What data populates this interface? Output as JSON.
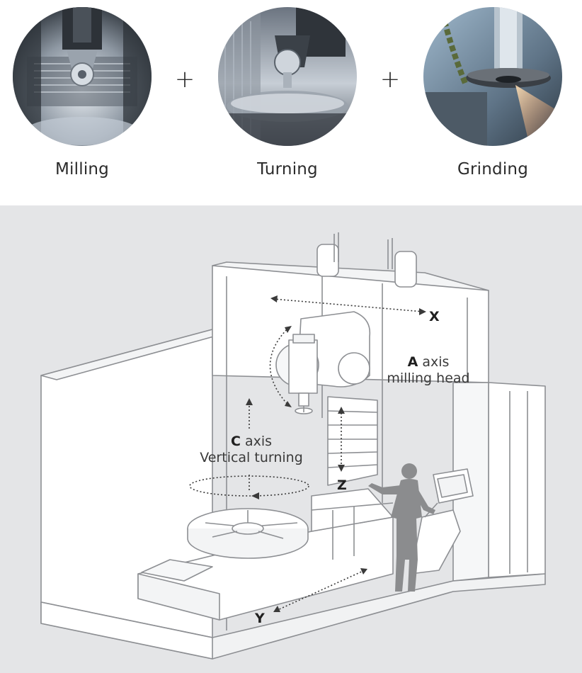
{
  "processes": [
    {
      "label": "Milling",
      "icon": "milling-photo"
    },
    {
      "label": "Turning",
      "icon": "turning-photo"
    },
    {
      "label": "Grinding",
      "icon": "grinding-photo"
    }
  ],
  "plus_sign": "+",
  "axes": {
    "x": "X",
    "z": "Z",
    "y": "Y",
    "a_letter": "A",
    "a_word": "axis",
    "a_desc": "milling head",
    "c_letter": "C",
    "c_word": "axis",
    "c_desc": "Vertical turning"
  },
  "colors": {
    "panel_bg": "#e4e5e7",
    "line": "#8d8f93",
    "operator": "#8b8c8e"
  }
}
